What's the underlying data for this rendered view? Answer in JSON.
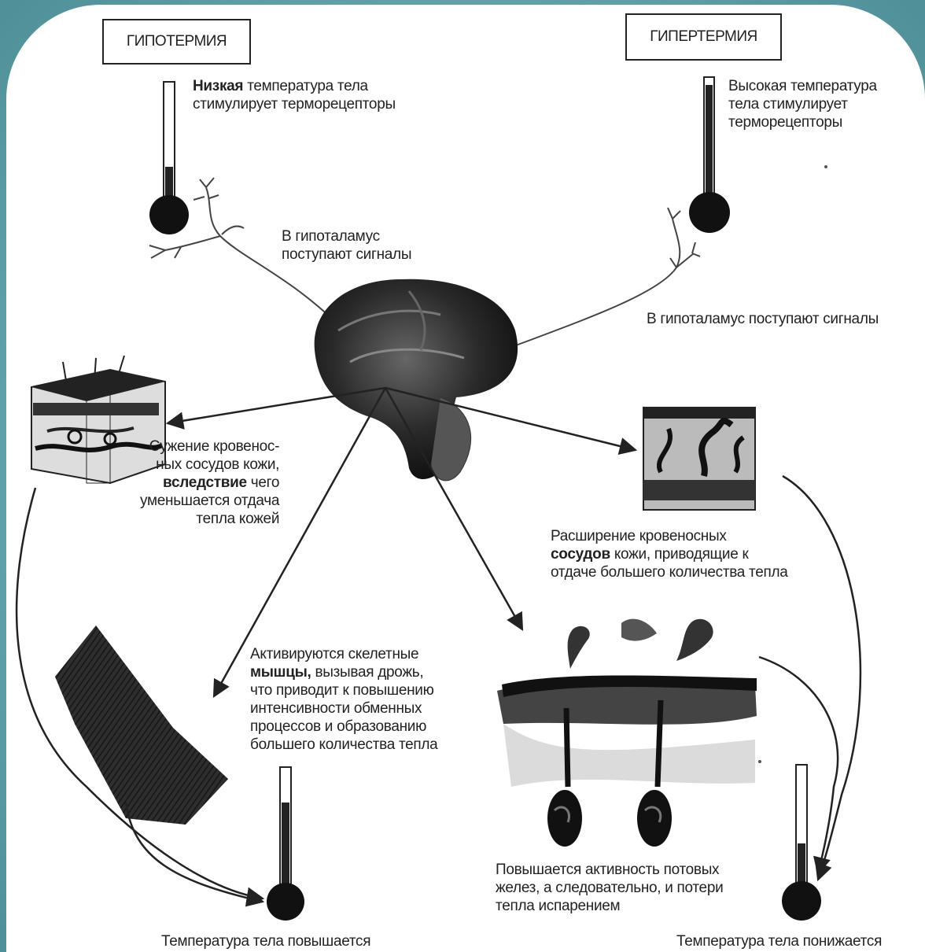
{
  "boxes": {
    "hypothermia": "ГИПОТЕРМИЯ",
    "hyperthermia": "ГИПЕРТЕРМИЯ"
  },
  "captions": {
    "low_temp": {
      "bold": "Низкая",
      "rest_line1": " температура тела",
      "line2": "стимулирует  терморецепторы"
    },
    "high_temp": {
      "line1": "Высокая  температура",
      "line2": "тела  стимулирует",
      "line3": "терморецепторы"
    },
    "signals_left": {
      "line1": "В гипоталамус",
      "line2": "поступают  сигналы"
    },
    "signals_right": "В гипоталамус поступают сигналы",
    "vasoconstriction": {
      "line1": "Сужение  кровенос-",
      "line2": "ных сосудов кожи,",
      "bold": "вследствие",
      "line3_rest": " чего",
      "line4": "уменьшается отдача",
      "line5": "тепла кожей"
    },
    "vasodilation": {
      "line1": "Расширение кровеносных",
      "bold": "сосудов",
      "line2_rest": " кожи,  приводящие  к",
      "line3": "отдаче  большего  количества  тепла"
    },
    "muscles": {
      "line1": "Активируются  скелетные",
      "bold": "мышцы,",
      "line2_rest": " вызывая дрожь,",
      "line3": "что приводит к повышению",
      "line4": "интенсивности обменных",
      "line5": "процессов и образованию",
      "line6": "большего  количества  тепла"
    },
    "sweat": {
      "line1": "Повышается  активность  потовых",
      "line2": "желез,  а  следовательно,  и  потери",
      "line3": "тепла  испарением"
    },
    "temp_up": "Температура  тела  повышается",
    "temp_down": "Температура  тела  понижается"
  },
  "colors": {
    "frame": "#6aa9b0",
    "ink": "#222222"
  }
}
